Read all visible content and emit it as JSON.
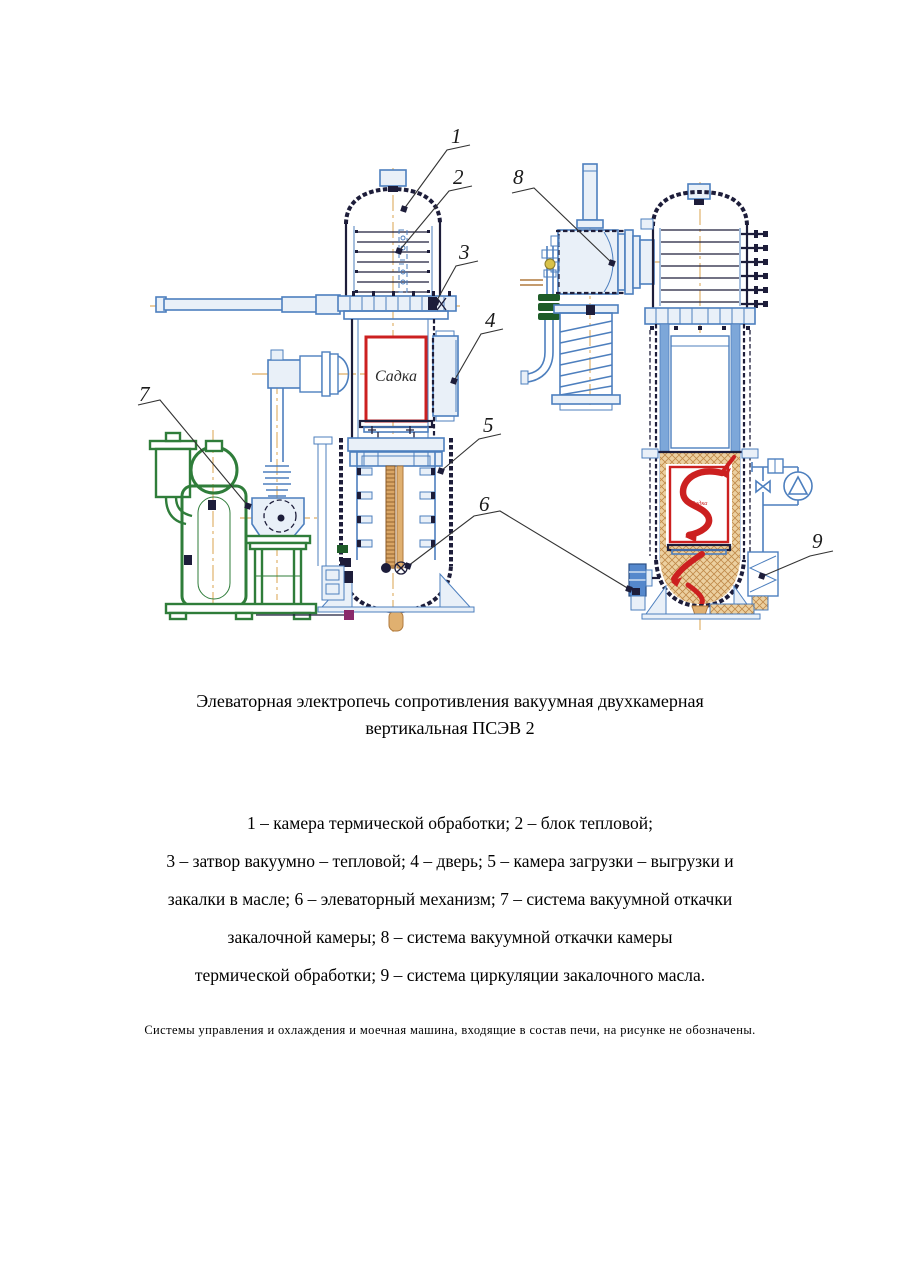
{
  "figure": {
    "charge_label": "Садка",
    "callouts": [
      "1",
      "2",
      "3",
      "4",
      "5",
      "6",
      "7",
      "8",
      "9"
    ],
    "title_line1": "Элеваторная электропечь сопротивления вакуумная двухкамерная",
    "title_line2": "вертикальная ПСЭВ 2"
  },
  "legend": {
    "lines": [
      "1 – камера термической обработки; 2 – блок тепловой;",
      "3 – затвор вакуумно – тепловой; 4 – дверь; 5 – камера загрузки – выгрузки и",
      "закалки в масле; 6 – элеваторный механизм; 7 – система вакуумной откачки",
      "закалочной камеры; 8 – система вакуумной откачки камеры",
      "термической обработки; 9 – система циркуляции закалочного масла."
    ]
  },
  "footnote": {
    "text": "Системы управления и охлаждения и моечная машина, входящие в состав печи, на рисунке не обозначены."
  },
  "colors": {
    "navy": "#1d1d3a",
    "blue": "#4d7fbe",
    "pale": "#e9f0f8",
    "green": "#2f7d3a",
    "green-dark": "#1e5c28",
    "red": "#cc2020",
    "tan": "#e0b070",
    "tan-dark": "#b07a3e",
    "centerline": "#d79a3c",
    "leader": "#333333"
  }
}
